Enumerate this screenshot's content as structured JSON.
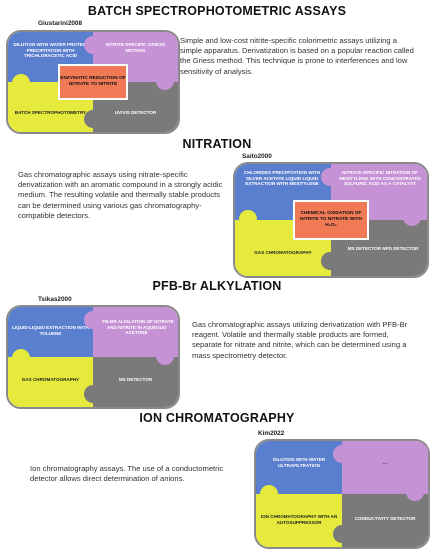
{
  "colors": {
    "blue": "#5b7fcf",
    "purple": "#c592d6",
    "yellow": "#e5ea3c",
    "gray": "#7a7a7a",
    "center": "#f07a55"
  },
  "sections": [
    {
      "title": "BATCH SPECTROPHOTOMETRIC ASSAYS",
      "ref": "Giustarini2008",
      "quadrants": {
        "tl": "DILUTION WITH WATER PROTEIN PRECIPITATION WITH TRICHLORACETIC ACID",
        "tr": "NITRITE-SPECIFIC GRIESS METHOD",
        "bl": "BATCH SPECTROPHOTOMETRY",
        "br": "UV/VIS DETECTOR"
      },
      "center": "ENZYMATIC REDUCTION OF NITRATE TO NITRITE",
      "description": "Simple and low-cost nitrite-specific colorimetric assays utilizing a simple apparatus. Derivatization is based on a popular reaction called the Griess method. This technique is prone to interferences and low sensitivity of analysis."
    },
    {
      "title": "NITRATION",
      "ref": "Saito2000",
      "quadrants": {
        "tl": "CHLORIDES PRECIPITATION WITH SILVER ACETATE LIQUID LIQUID EXTRACTION WITH MESITYLENE",
        "tr": "NITRATE-SPECIFIC NITRATION OF MESITYLENE WITH CONCENTRATED SULFURIC ACID AS A CATALYST",
        "bl": "GAS CHROMATOGRAPHY",
        "br": "MS DETECTOR NPD DETECTOR"
      },
      "center": "CHEMICAL OXIDATION OF NITRITE TO NITRATE WITH H₂O₂",
      "description": "Gas chromatographic assays using nitrate-specific derivatization with an aromatic compound in a strongly acidic medium. The resulting volatile and thermally stable products can be determined using various gas chromatography-compatible detectors."
    },
    {
      "title": "PFB-Br ALKYLATION",
      "ref": "Tsikas2000",
      "quadrants": {
        "tl": "LIQUID-LIQUID EXTRACTION WITH TOLUENE",
        "tr": "PFB-Br ALKILATION OF NITRATE AND NITRITE IN AQUEOUS ACETONE",
        "bl": "GAS CHROMATOGRAPHY",
        "br": "MS DETECTOR"
      },
      "description": "Gas chromatographic assays utilizing derivatization with PFB-Br reagent. Volatile and thermally stable products are formed, separate for nitrate and nitrite, which can be determined using a mass spectrometry detector."
    },
    {
      "title": "ION CHROMATOGRAPHY",
      "ref": "Kim2022",
      "quadrants": {
        "tl": "DILUTION WITH WATER ULTRAFILTRATION",
        "tr": "---",
        "bl": "ION CHROMATOGRAPHY WITH AN AUTOSUPPRESSOR",
        "br": "CONDUCTIVITY DETECTOR"
      },
      "description": "Ion chromatography assays. The use of a conductometric detector allows direct determination of anions."
    }
  ]
}
